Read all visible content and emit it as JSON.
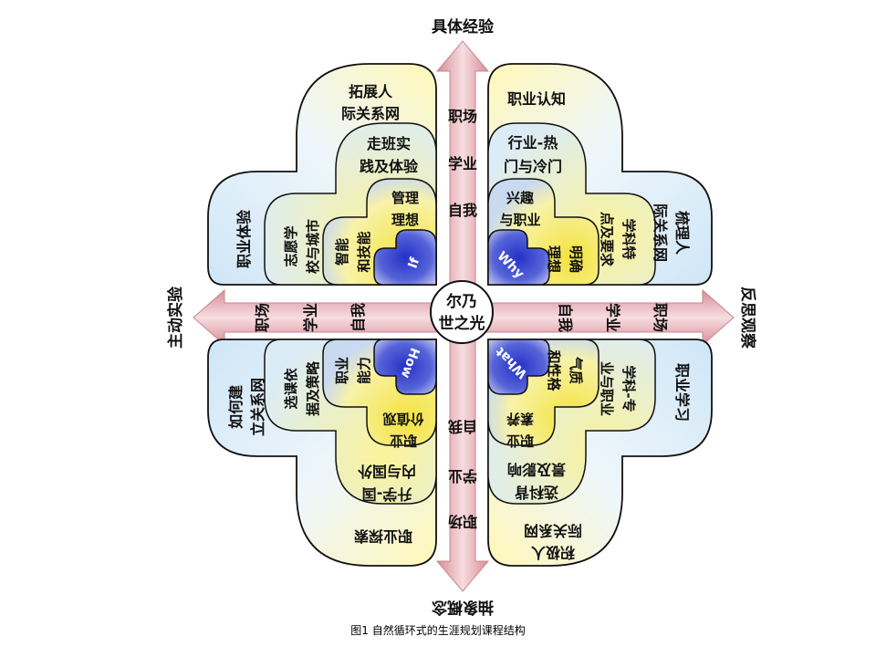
{
  "axes": {
    "top": "具体经验",
    "bottom": "抽象概念",
    "left": "主动实验",
    "right": "反思观察"
  },
  "center": [
    "尔乃",
    "世之光"
  ],
  "arm_labels": [
    "职场",
    "学业",
    "自我"
  ],
  "quadrants": {
    "top_left": {
      "outer": [
        "拓展人",
        "际关系网"
      ],
      "outer_side": "职业体验",
      "mid": [
        "走班实",
        "践及体验"
      ],
      "mid_side": [
        "志愿学",
        "校与城市"
      ],
      "inner": [
        "管理",
        "理想"
      ],
      "inner_side": [
        "智能",
        "和技能"
      ],
      "core": "If"
    },
    "top_right": {
      "outer": "职业认知",
      "outer_side": [
        "梳理人",
        "际关系网"
      ],
      "mid": [
        "行业-热",
        "门与冷门"
      ],
      "mid_side": [
        "学科特",
        "点及要求"
      ],
      "inner": [
        "兴趣",
        "与职业"
      ],
      "inner_side": [
        "明确",
        "理想"
      ],
      "core": "Why"
    },
    "bottom_left": {
      "outer": "职业探索",
      "outer_side": [
        "如何建",
        "立关系网"
      ],
      "mid": [
        "升学-国",
        "内与国外"
      ],
      "mid_side": [
        "选课依",
        "据及策略"
      ],
      "inner": [
        "职业",
        "价值观"
      ],
      "inner_side": [
        "职业",
        "能力"
      ],
      "core": "How"
    },
    "bottom_right": {
      "outer": [
        "积极人",
        "际关系网"
      ],
      "outer_side": "职业学习",
      "mid": [
        "选科背",
        "景及影响"
      ],
      "mid_side": [
        "学科-专",
        "业与职业"
      ],
      "inner": [
        "职业",
        "素养"
      ],
      "inner_side": [
        "气质",
        "和性格"
      ],
      "core": "What"
    }
  },
  "caption": "图1 自然循环式的生涯规划课程结构",
  "colors": {
    "outer_fill": "#d8ecf7",
    "mid_fill": "#fbf4b0",
    "inner_fill": "#f7e95a",
    "core_fill": "#3b4fd0",
    "arrow_fill": "#e2a7ae",
    "outline": "#111111"
  }
}
